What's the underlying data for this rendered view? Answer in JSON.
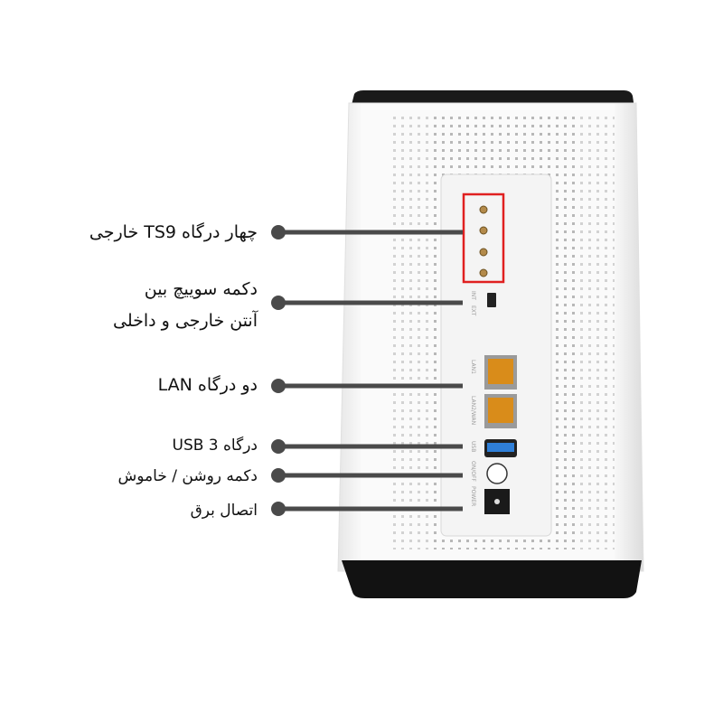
{
  "callouts": [
    {
      "id": "antenna",
      "text": "چهار درگاه TS9 خارجی"
    },
    {
      "id": "switch",
      "line1": "دکمه سوییچ بین",
      "line2": "آنتن خارجی و داخلی"
    },
    {
      "id": "lan",
      "text": "دو درگاه LAN"
    },
    {
      "id": "usb",
      "text": "درگاه USB 3"
    },
    {
      "id": "power-button",
      "text": "دکمه روشن / خاموش"
    },
    {
      "id": "power",
      "text": "اتصال برق"
    }
  ],
  "port_labels": {
    "int": "INT",
    "ext": "EXT",
    "lan1": "LAN1",
    "lan2": "LAN2/WAN",
    "usb": "USB",
    "onoff": "ON/OFF",
    "power": "POWER"
  },
  "colors": {
    "highlight": "#e02020",
    "callout": "#4a4a4a",
    "lan_port": "#d98c1a",
    "usb_port": "#2f7fd8",
    "body": "#ffffff",
    "base": "#111111"
  }
}
